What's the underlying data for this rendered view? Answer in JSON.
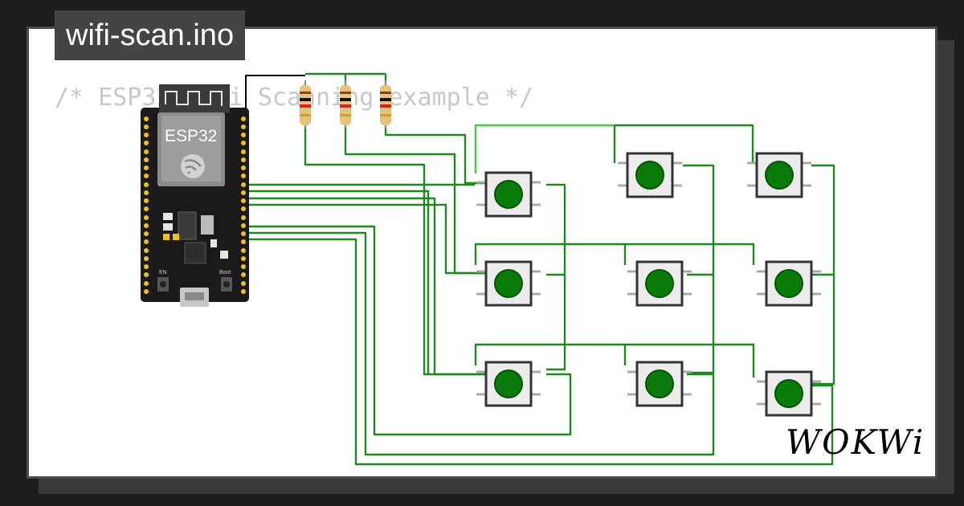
{
  "file_tab": {
    "title": "wifi-scan.ino"
  },
  "code": {
    "comment": "/* ESP32 WiFi Scanning example */"
  },
  "board": {
    "name": "ESP32",
    "en_label": "EN",
    "boot_label": "Boot"
  },
  "branding": {
    "logo": "WOKWi"
  },
  "colors": {
    "wire": "#1e8a1e",
    "wire_light": "#46c846",
    "button_cap": "#0a7a0a",
    "board": "#1a1a1a",
    "pin": "#f2c01e"
  },
  "resistors": [
    {
      "id": "r1"
    },
    {
      "id": "r2"
    },
    {
      "id": "r3"
    }
  ],
  "buttons": [
    {
      "id": "btn-1"
    },
    {
      "id": "btn-2"
    },
    {
      "id": "btn-3"
    },
    {
      "id": "btn-4"
    },
    {
      "id": "btn-5"
    },
    {
      "id": "btn-6"
    },
    {
      "id": "btn-7"
    },
    {
      "id": "btn-8"
    },
    {
      "id": "btn-9"
    }
  ]
}
